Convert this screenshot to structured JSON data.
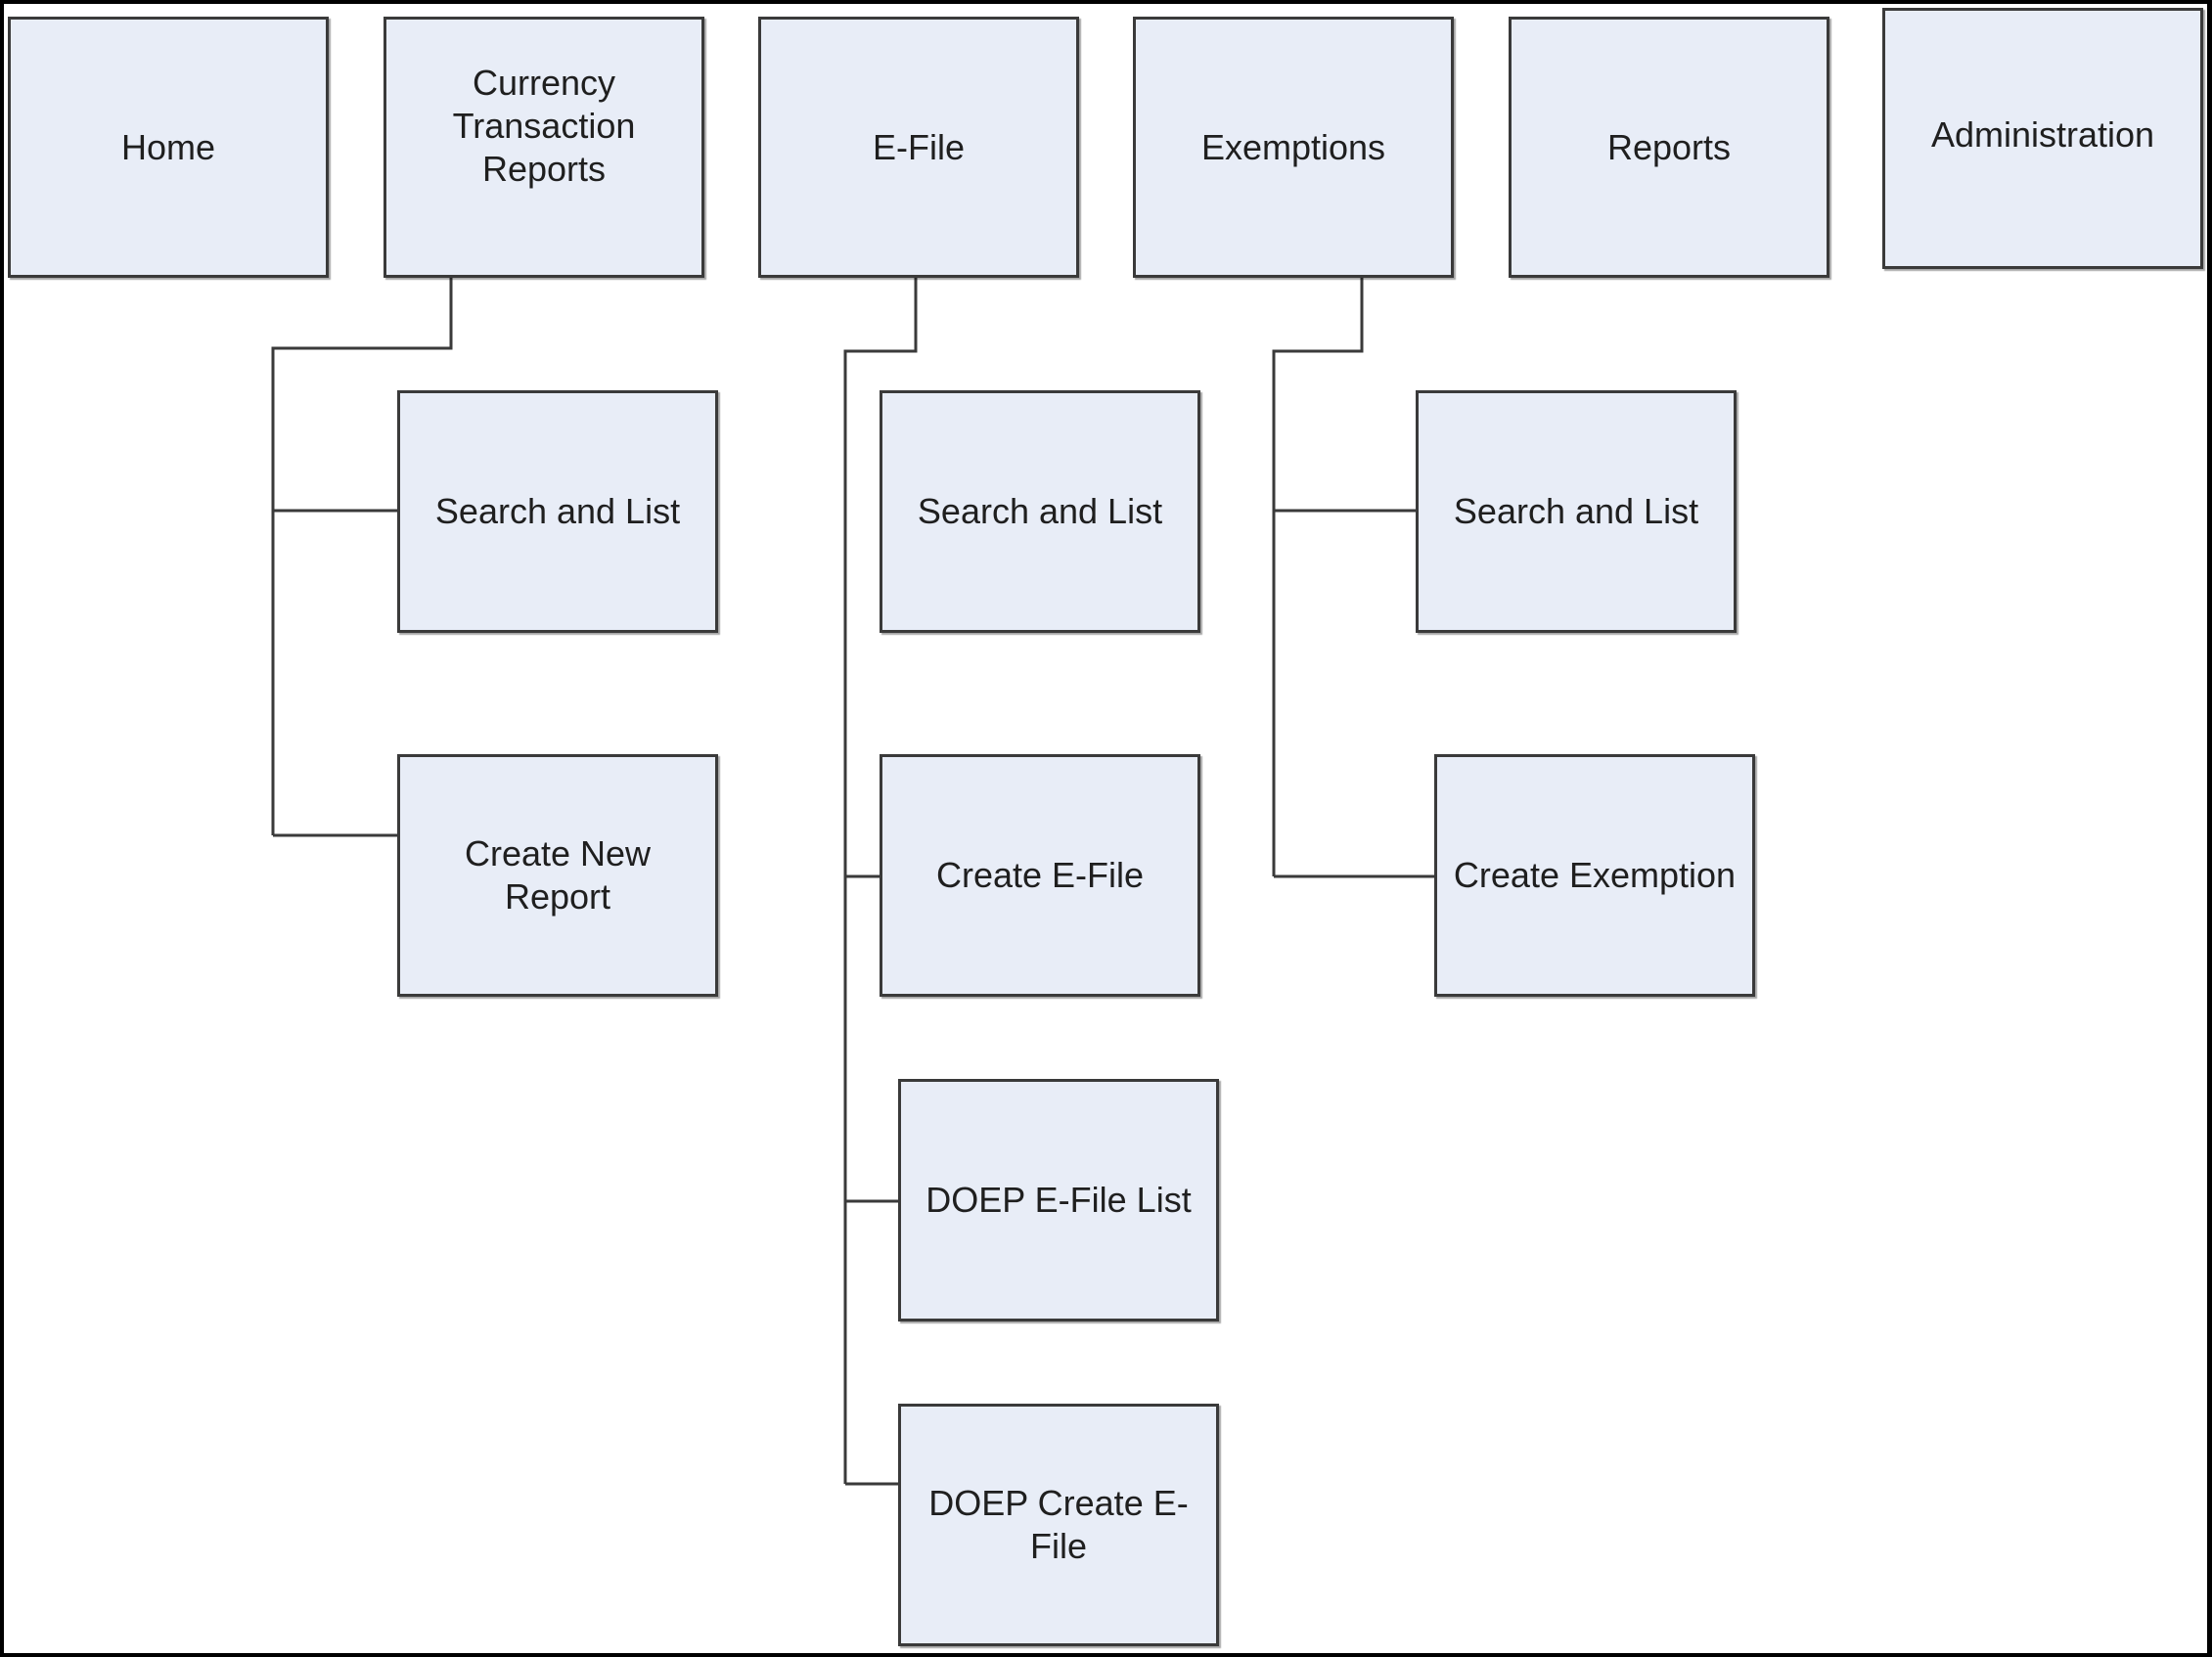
{
  "colors": {
    "node_fill": "#e8edf7",
    "node_border": "#3a3a3a",
    "connector": "#3a3a3a",
    "frame": "#000000"
  },
  "top_menu": [
    {
      "id": "home",
      "label": "Home"
    },
    {
      "id": "ctr",
      "label": "Currency\nTransaction Reports"
    },
    {
      "id": "efile",
      "label": "E-File"
    },
    {
      "id": "exemptions",
      "label": "Exemptions"
    },
    {
      "id": "reports",
      "label": "Reports"
    },
    {
      "id": "administration",
      "label": "Administration"
    }
  ],
  "ctr_children": [
    {
      "id": "ctr-search",
      "label": "Search and List"
    },
    {
      "id": "ctr-create",
      "label": "Create New Report"
    }
  ],
  "efile_children": [
    {
      "id": "efile-search",
      "label": "Search and List"
    },
    {
      "id": "efile-create",
      "label": "Create E-File"
    },
    {
      "id": "efile-doep-list",
      "label": "DOEP E-File List"
    },
    {
      "id": "efile-doep-create",
      "label": "DOEP Create E-File"
    }
  ],
  "exemptions_children": [
    {
      "id": "exemptions-search",
      "label": "Search and List"
    },
    {
      "id": "exemptions-create",
      "label": "Create Exemption"
    }
  ]
}
